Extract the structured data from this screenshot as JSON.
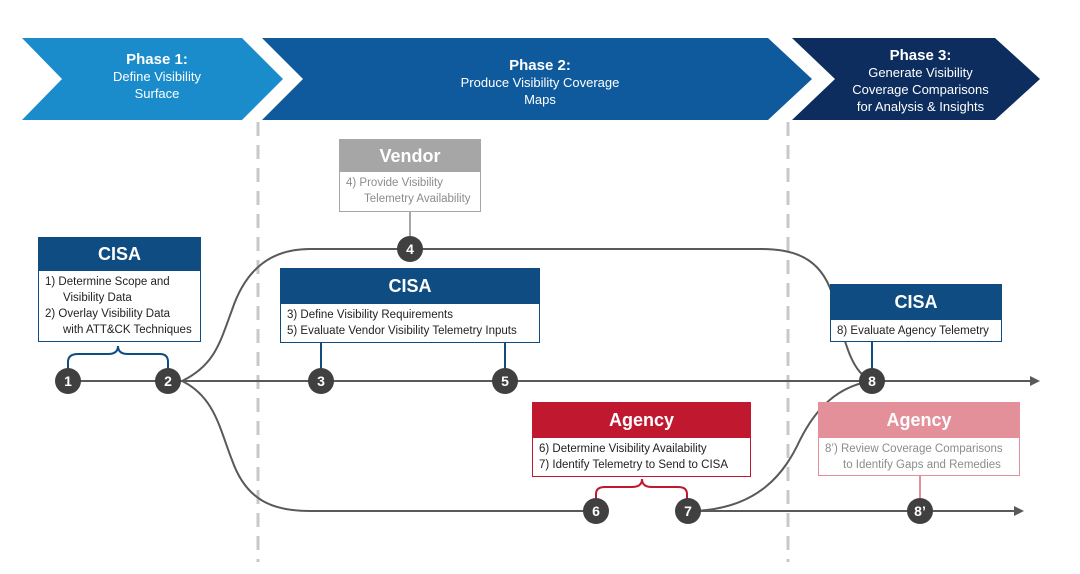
{
  "phases": [
    {
      "title": "Phase 1:",
      "desc": [
        "Define Visibility",
        "Surface"
      ],
      "color": "#1a8ccc"
    },
    {
      "title": "Phase 2:",
      "desc": [
        "Produce Visibility Coverage",
        "Maps"
      ],
      "color": "#0f5a9c"
    },
    {
      "title": "Phase 3:",
      "desc": [
        "Generate Visibility",
        "Coverage Comparisons",
        "for Analysis & Insights"
      ],
      "color": "#0c2d5e"
    }
  ],
  "boxes": {
    "vendor": {
      "title": "Vendor",
      "lines": [
        "4) Provide Visibility",
        "Telemetry Availability"
      ]
    },
    "cisa1": {
      "title": "CISA",
      "lines": [
        "1) Determine Scope and",
        "Visibility Data",
        "2) Overlay Visibility Data",
        "with ATT&CK Techniques"
      ]
    },
    "cisa2": {
      "title": "CISA",
      "lines": [
        "3) Define Visibility Requirements",
        "5) Evaluate Vendor Visibility Telemetry Inputs"
      ]
    },
    "cisa3": {
      "title": "CISA",
      "lines": [
        "8) Evaluate Agency Telemetry"
      ]
    },
    "agency1": {
      "title": "Agency",
      "lines": [
        "6) Determine Visibility Availability",
        "7) Identify Telemetry to Send to CISA"
      ]
    },
    "agency2": {
      "title": "Agency",
      "lines": [
        "8’) Review Coverage Comparisons",
        "to Identify Gaps and Remedies"
      ]
    }
  },
  "nodes": [
    "1",
    "2",
    "3",
    "4",
    "5",
    "6",
    "7",
    "8",
    "8’"
  ],
  "colors": {
    "cisa": "#0f4c81",
    "vendor": "#a6a6a6",
    "agency": "#c0182f",
    "agency_light": "#e3909a",
    "node": "#404040",
    "line": "#595959"
  }
}
